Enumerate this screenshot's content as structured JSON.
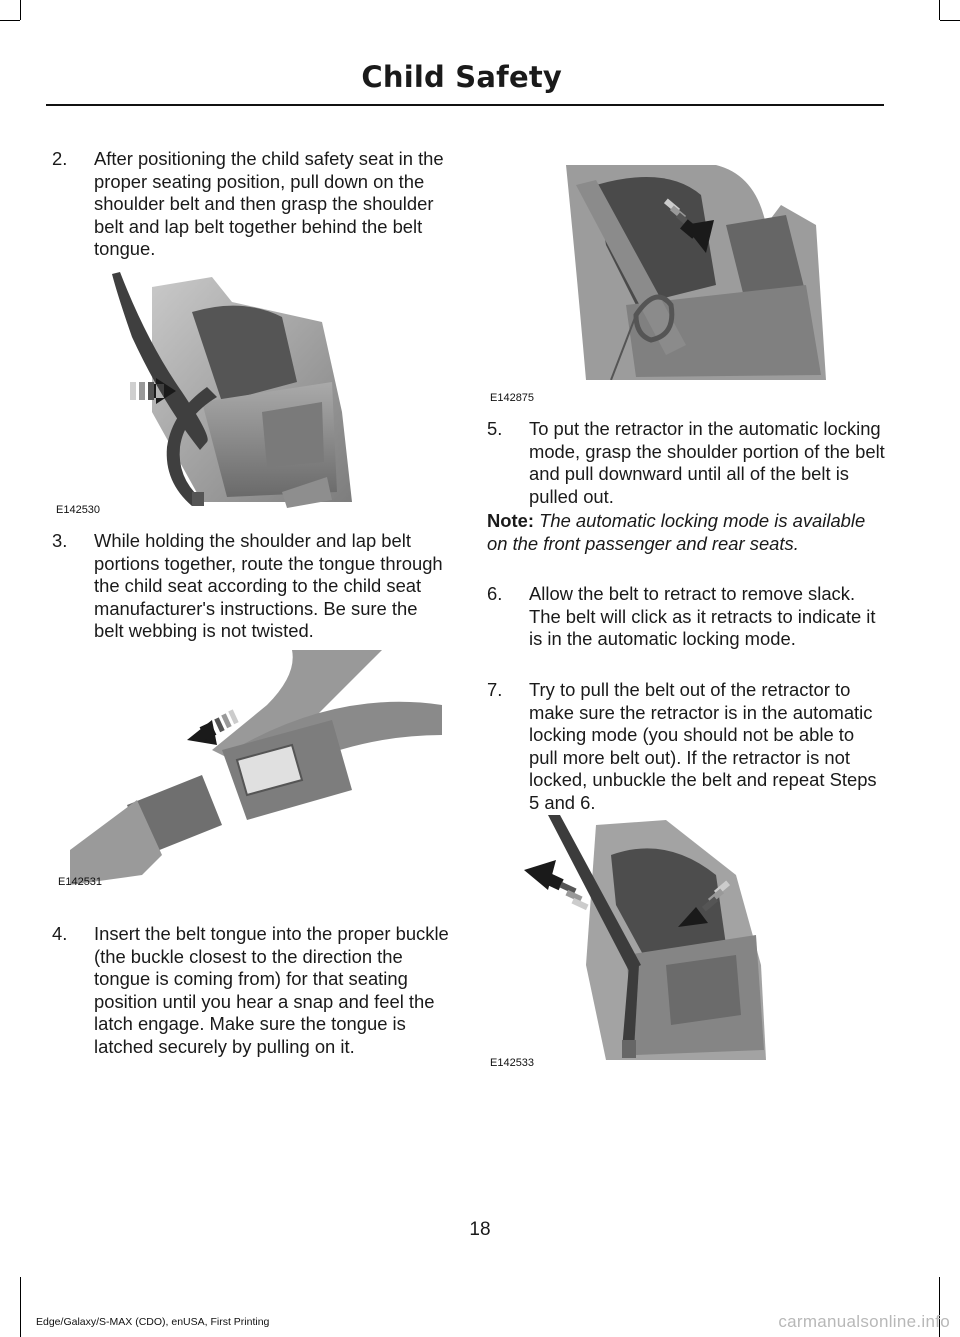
{
  "header": {
    "title": "Child Safety"
  },
  "steps": [
    {
      "num": "2.",
      "text": "After positioning the child safety seat in the proper seating position, pull down on the shoulder belt and then grasp the shoulder belt and lap belt together behind the belt tongue."
    },
    {
      "num": "3.",
      "text": "While holding the shoulder and lap belt portions together, route the tongue through the child seat according to the child seat manufacturer's instructions. Be sure the belt webbing is not twisted."
    },
    {
      "num": "4.",
      "text": "Insert the belt tongue into the proper buckle (the buckle closest to the direction the tongue is coming from) for that seating position until you hear a snap and feel the latch engage. Make sure the tongue is latched securely by pulling on it."
    },
    {
      "num": "5.",
      "text": "To put the retractor in the automatic locking mode, grasp the shoulder portion of the belt and pull downward until all of the belt is pulled out."
    },
    {
      "num": "6.",
      "text": "Allow the belt to retract to remove slack. The belt will click as it retracts to indicate it is in the automatic locking mode."
    },
    {
      "num": "7.",
      "text": "Try to pull the belt out of the retractor to make sure the retractor is in the automatic locking mode (you should not be able to pull more belt out). If the retractor is not locked, unbuckle the belt and repeat Steps 5 and 6."
    }
  ],
  "note": {
    "label": "Note:",
    "text": "The automatic locking mode is available on the front passenger and rear seats."
  },
  "figures": [
    {
      "code": "E142530"
    },
    {
      "code": "E142531"
    },
    {
      "code": "E142875"
    },
    {
      "code": "E142533"
    }
  ],
  "page_number": "18",
  "footer": "Edge/Galaxy/S-MAX (CDO), enUSA, First Printing",
  "watermark": "carmanualsonline.info"
}
